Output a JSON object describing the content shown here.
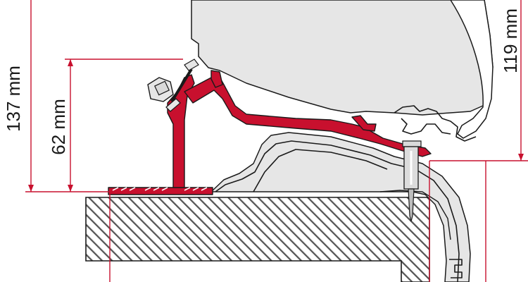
{
  "dimensions": {
    "total_height": "137 mm",
    "adapter_height": "62 mm",
    "awning_height": "119 mm"
  },
  "colors": {
    "adapter": "#c8102e",
    "dimension_lines": "#c8102e",
    "outline": "#1a1a1a",
    "housing": "#e6e6e6",
    "roof_hatch": "#555555"
  }
}
